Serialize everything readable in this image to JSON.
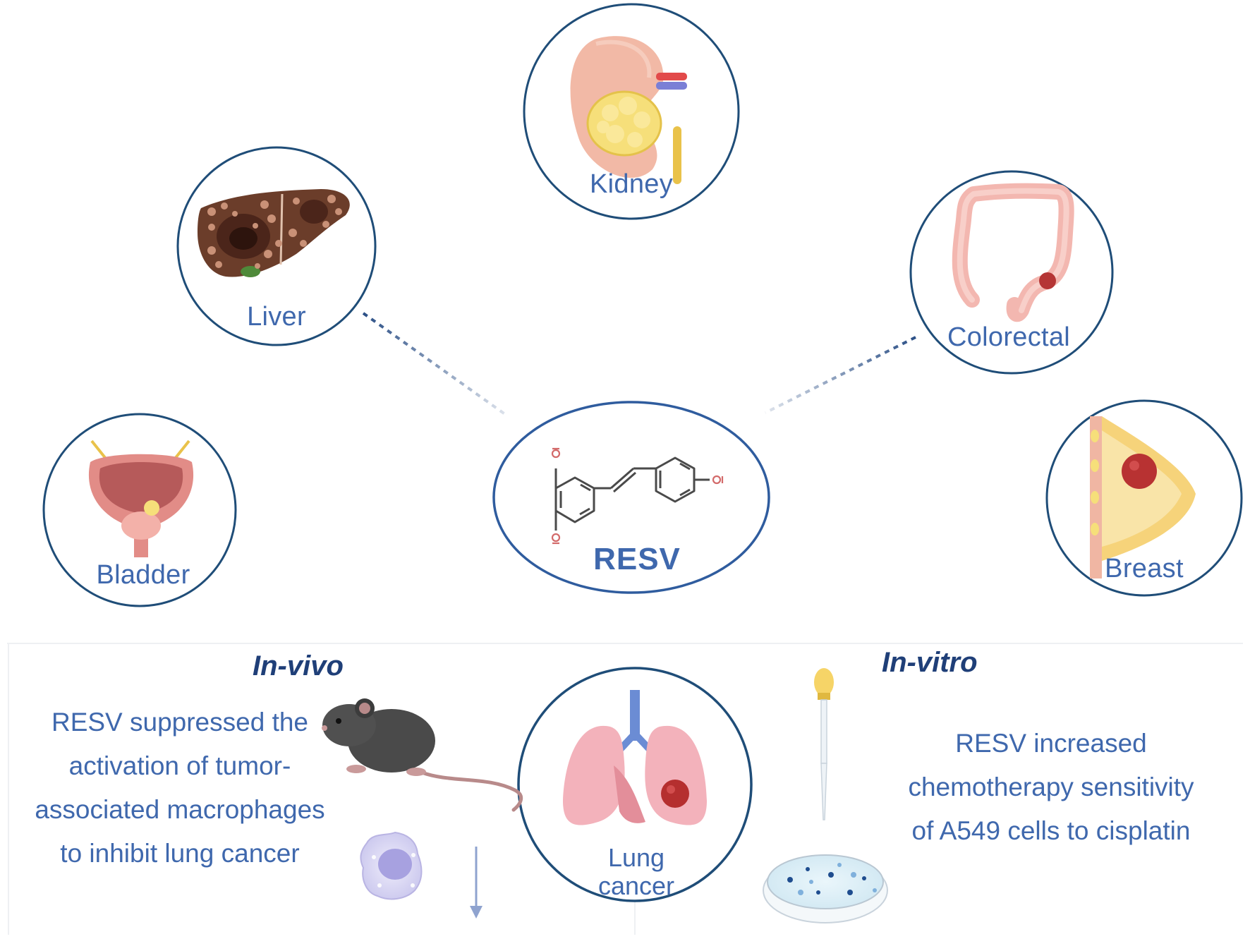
{
  "center": {
    "title": "RESV"
  },
  "organs": {
    "kidney": "Kidney",
    "liver": "Liver",
    "colorectal": "Colorectal",
    "bladder": "Bladder",
    "breast": "Breast",
    "lung_line1": "Lung",
    "lung_line2": "cancer"
  },
  "in_vivo": {
    "heading": "In-vivo",
    "lines": [
      "RESV suppressed the",
      "activation of tumor-",
      "associated macrophages",
      "to inhibit lung cancer"
    ]
  },
  "in_vitro": {
    "heading": "In-vitro",
    "lines": [
      "RESV increased",
      "chemotherapy sensitivity",
      "of A549 cells to cisplatin"
    ]
  },
  "colors": {
    "accent": "#3f68ad",
    "dark_accent": "#1f3f78",
    "circle_outline": "#1f4d78",
    "connector": "#2b4f86"
  },
  "icons": [
    "resveratrol-structure-icon",
    "kidney-icon",
    "liver-icon",
    "colon-icon",
    "bladder-icon",
    "breast-icon",
    "lungs-icon",
    "mouse-icon",
    "macrophage-icon",
    "down-arrow-icon",
    "dropper-icon",
    "petri-dish-icon"
  ]
}
